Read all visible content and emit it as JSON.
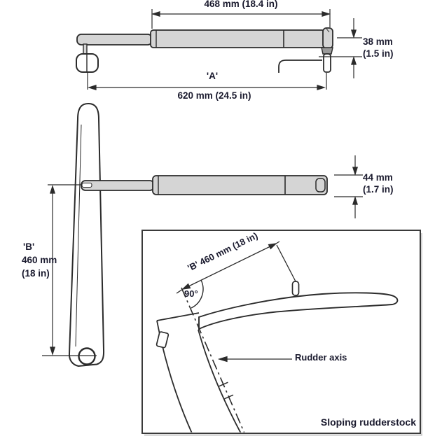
{
  "diagram": {
    "top_view": {
      "extended_length_label": "468 mm (18.4 in)",
      "height_label_line1": "38 mm",
      "height_label_line2": "(1.5 in)",
      "dim_a_label": "'A'",
      "overall_length_label": "620 mm (24.5 in)"
    },
    "side_view": {
      "height_label_line1": "44 mm",
      "height_label_line2": "(1.7 in)",
      "dim_b_label_line1": "'B'",
      "dim_b_label_line2": "460 mm",
      "dim_b_label_line3": "(18 in)"
    },
    "inset": {
      "dim_b_label": "'B' 460 mm (18 in)",
      "angle_label": "90°",
      "rudder_axis_label": "Rudder axis",
      "caption": "Sloping rudderstock"
    }
  },
  "colors": {
    "line": "#2b2b2b",
    "metal_fill": "#d5d5d5",
    "text": "#1a1a2e",
    "background": "#ffffff"
  }
}
